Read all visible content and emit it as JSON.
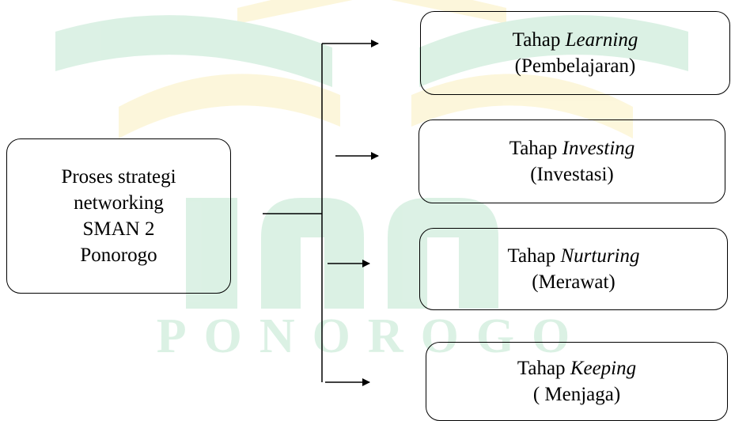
{
  "watermark": {
    "text": "PONOROGO",
    "colors": {
      "green": "#3cb371",
      "yellow": "#f4d23c"
    }
  },
  "source": {
    "lines": [
      "Proses strategi",
      "networking",
      "SMAN 2",
      "Ponorogo"
    ]
  },
  "stages": [
    {
      "prefix": "Tahap ",
      "term": "Learning",
      "translation": "(Pembelajaran)"
    },
    {
      "prefix": "Tahap ",
      "term": "Investing",
      "translation": "(Investasi)"
    },
    {
      "prefix": "Tahap ",
      "term": "Nurturing",
      "translation": "(Merawat)"
    },
    {
      "prefix": "Tahap ",
      "term": "Keeping",
      "translation": "( Menjaga)"
    }
  ]
}
